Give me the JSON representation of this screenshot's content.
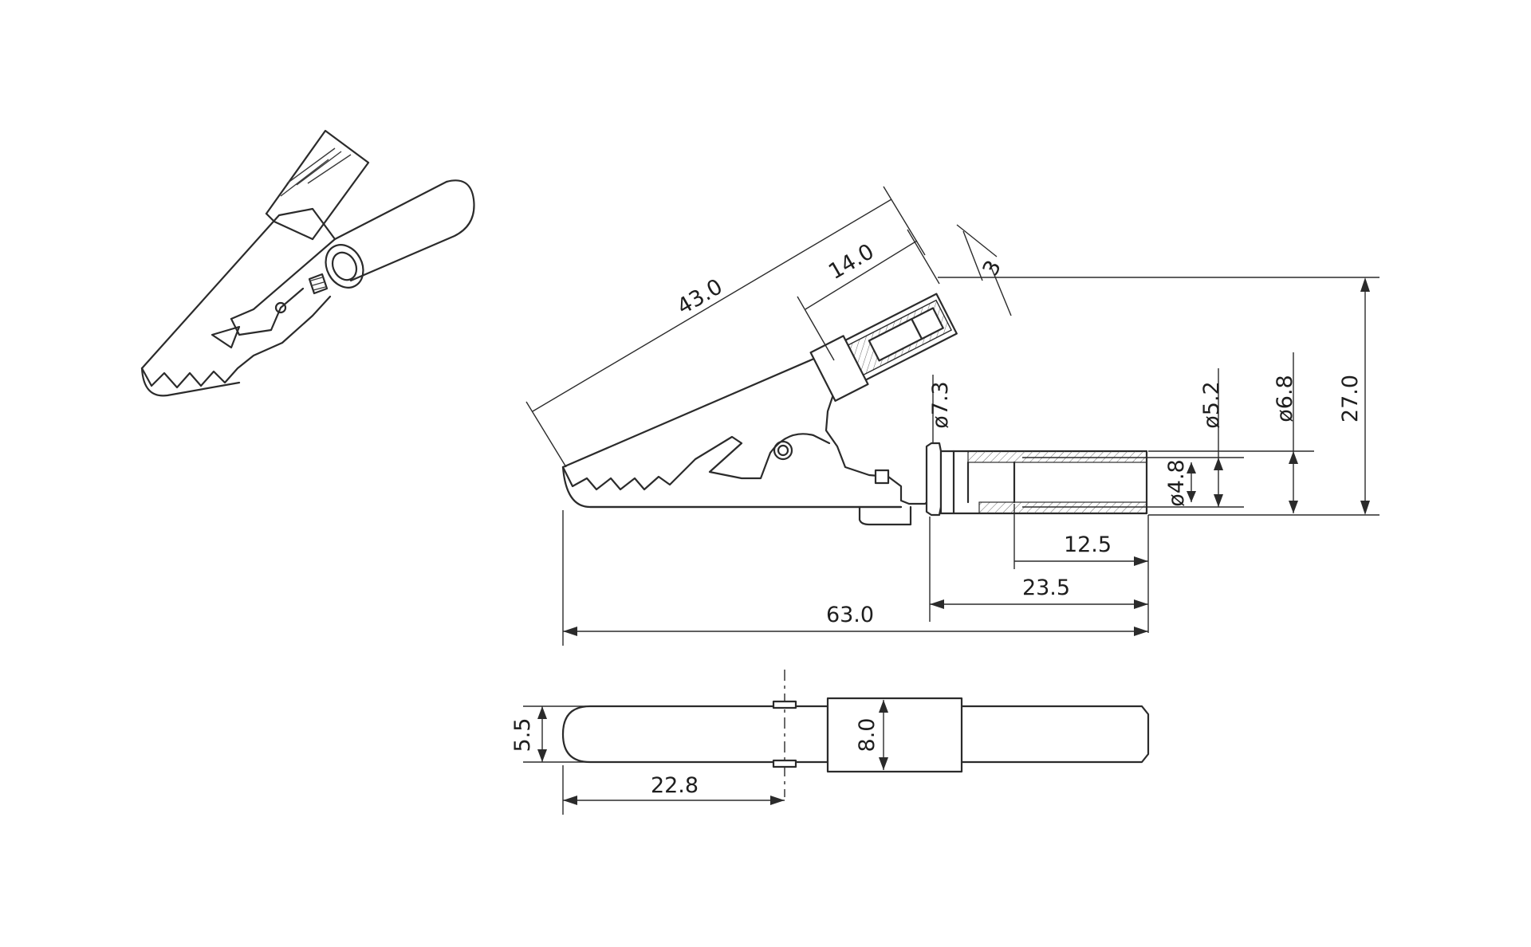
{
  "drawing": {
    "views": [
      "isometric",
      "side",
      "top"
    ],
    "dimensions": {
      "overall_length": "63.0",
      "jaw_length": "43.0",
      "handle_sleeve_length": "14.0",
      "handle_small": "3",
      "height": "27.0",
      "flange_diameter": "ø7.3",
      "bore_diameter_inner": "ø4.8",
      "bore_diameter": "ø5.2",
      "barrel_diameter": "ø6.8",
      "bore_depth": "12.5",
      "barrel_length": "23.5",
      "jaw_width": "5.5",
      "body_width": "8.0",
      "pivot_offset": "22.8"
    },
    "colors": {
      "line": "#2b2b2b",
      "hatch": "#6a6a6a",
      "background": "#ffffff"
    }
  }
}
